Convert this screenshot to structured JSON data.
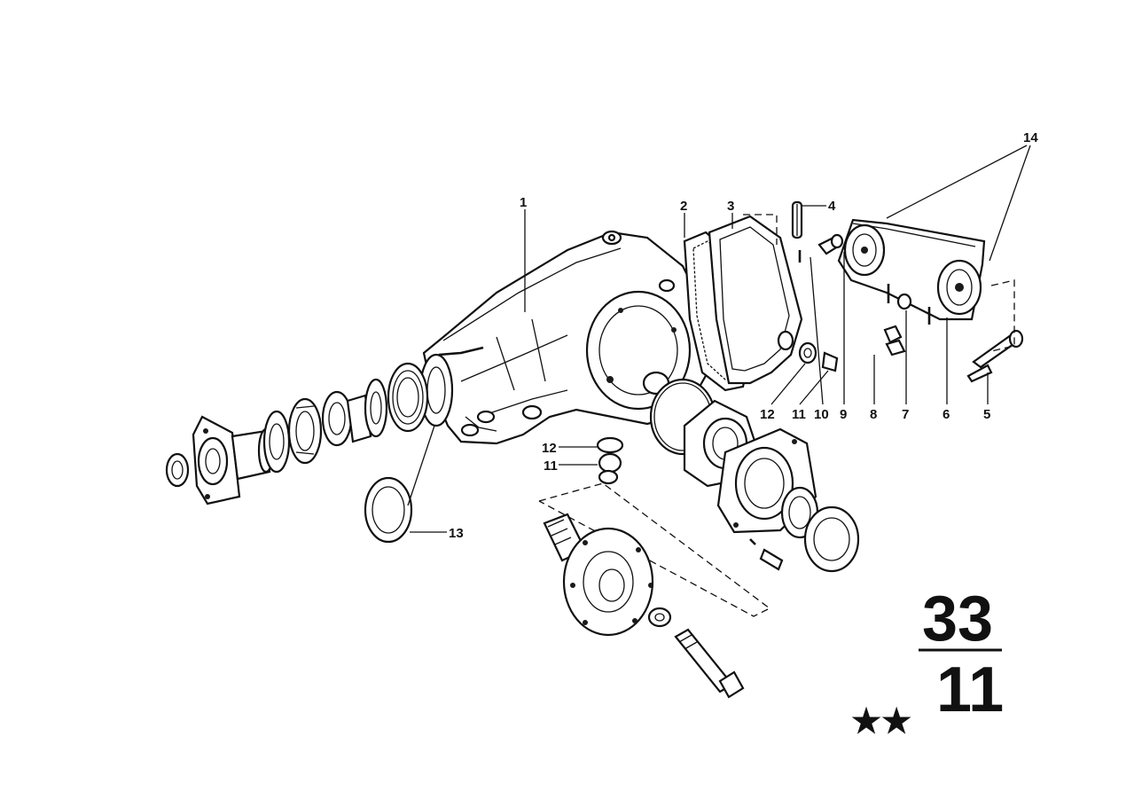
{
  "diagram": {
    "callouts": [
      {
        "id": "1",
        "text": "1"
      },
      {
        "id": "2",
        "text": "2"
      },
      {
        "id": "3",
        "text": "3"
      },
      {
        "id": "4",
        "text": "4"
      },
      {
        "id": "5",
        "text": "5"
      },
      {
        "id": "6",
        "text": "6"
      },
      {
        "id": "7",
        "text": "7"
      },
      {
        "id": "8",
        "text": "8"
      },
      {
        "id": "9",
        "text": "9"
      },
      {
        "id": "10",
        "text": "10"
      },
      {
        "id": "11a",
        "text": "11"
      },
      {
        "id": "12a",
        "text": "12"
      },
      {
        "id": "12b",
        "text": "12"
      },
      {
        "id": "11b",
        "text": "11"
      },
      {
        "id": "13",
        "text": "13"
      },
      {
        "id": "14",
        "text": "14"
      }
    ],
    "group_code": {
      "main": "33",
      "sub": "11"
    },
    "stars": "★★"
  }
}
